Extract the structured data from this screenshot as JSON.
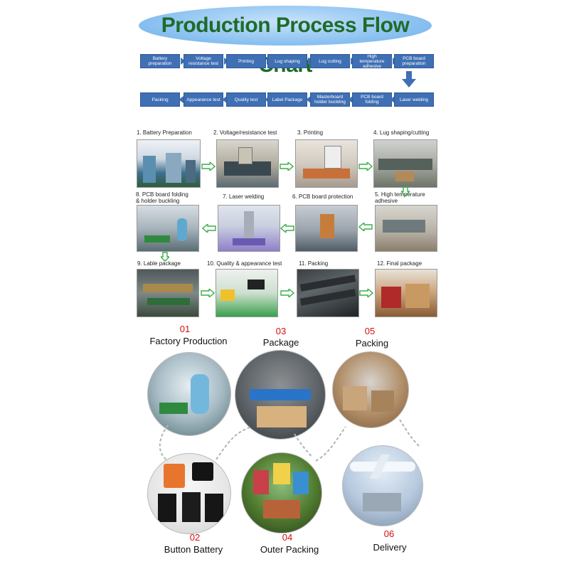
{
  "title": "Production Process Flow Chart",
  "flow": {
    "row1": [
      "Battery preparation",
      "Voltage resistance test",
      "Printing",
      "Lug shaping",
      "Lug cutting",
      "High temperature adhesive",
      "PCB board preparation"
    ],
    "row2": [
      "Packing",
      "Appearance test",
      "Quality test",
      "Label Package",
      "Masterboard holder buckling",
      "PCB board folding",
      "Laser welding"
    ]
  },
  "steps": [
    "1. Battery Preparation",
    "2. Voltage/resistance test",
    "3. Printing",
    "4. Lug shaping/cutting",
    "5. High temperature\nadhesive",
    "6. PCB board protection",
    "7. Laser welding",
    "8. PCB board folding\n& holder buckling",
    "9. Lable package",
    "10. Quality & appearance test",
    "11. Packing",
    "12. Final package"
  ],
  "stages": [
    {
      "num": "01",
      "label": "Factory Production"
    },
    {
      "num": "02",
      "label": "Button Battery"
    },
    {
      "num": "03",
      "label": "Package"
    },
    {
      "num": "04",
      "label": "Outer Packing"
    },
    {
      "num": "05",
      "label": "Packing"
    },
    {
      "num": "06",
      "label": "Delivery"
    }
  ],
  "colors": {
    "flow_box": "#3f6fb4",
    "title_text": "#1e6b2a",
    "stage_number": "#d01010",
    "step_arrow": "#3cae4a"
  }
}
